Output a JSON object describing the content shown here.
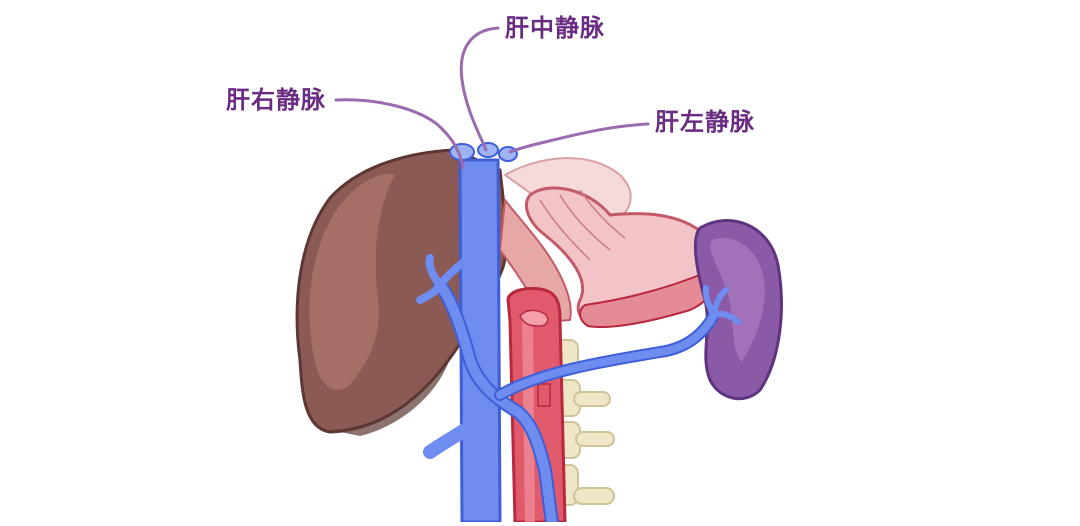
{
  "labels": {
    "middle_hepatic_vein": "肝中静脉",
    "right_hepatic_vein": "肝右静脉",
    "left_hepatic_vein": "肝左静脉"
  },
  "colors": {
    "label_text": "#6a2c82",
    "leader_line": "#9b6bb0",
    "vein": "#6f8cf0",
    "vein_dark": "#3f5fd6",
    "liver": "#8c5a55",
    "liver_light": "#a7716a",
    "liver_dark": "#5d3733",
    "stomach": "#f2c4c8",
    "stomach_edge": "#c45a69",
    "aorta": "#e05a6c",
    "aorta_dark": "#b8293f",
    "spleen": "#8b5aa6",
    "spleen_dark": "#5e3480",
    "spine": "#efe6c8",
    "spine_edge": "#cfc39a",
    "esophagus": "#e7a7a4"
  }
}
